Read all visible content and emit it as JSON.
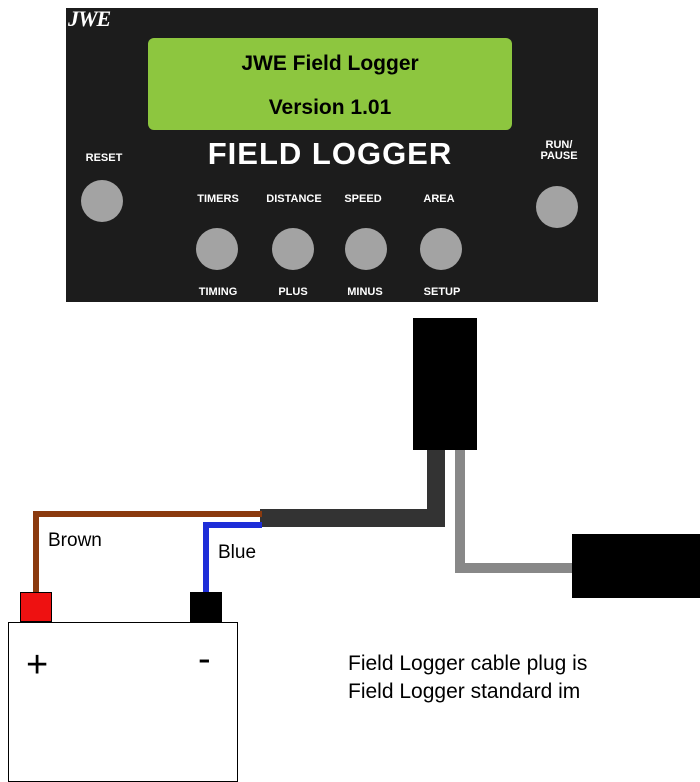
{
  "panel": {
    "logo": "JWE",
    "lcd": {
      "line1": "JWE Field Logger",
      "line2": "Version 1.01"
    },
    "title": "FIELD LOGGER",
    "reset_label": "RESET",
    "run_pause_label": "RUN/\nPAUSE",
    "top_labels": [
      "TIMERS",
      "DISTANCE",
      "SPEED",
      "AREA"
    ],
    "bottom_labels": [
      "TIMING",
      "PLUS",
      "MINUS",
      "SETUP"
    ]
  },
  "wires": {
    "brown_label": "Brown",
    "blue_label": "Blue",
    "colors": {
      "brown": "#8b3a0e",
      "blue": "#1e2ed8",
      "dark_cable": "#333333",
      "grey_cable": "#888888",
      "red_terminal": "#ee1111",
      "black_terminal": "#000000"
    }
  },
  "battery": {
    "plus": "+",
    "minus": "-"
  },
  "note": {
    "line1": "Field Logger cable plug is",
    "line2": "Field Logger standard im"
  }
}
